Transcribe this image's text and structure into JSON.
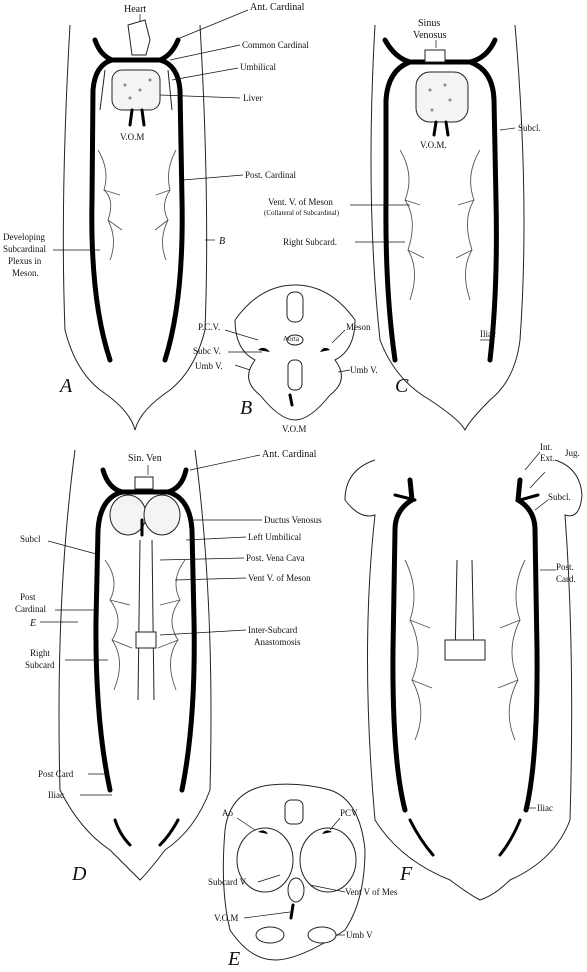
{
  "panels": {
    "A": {
      "letter": "A",
      "labels": {
        "heart": "Heart",
        "ant_cardinal": "Ant. Cardinal",
        "common_cardinal": "Common Cardinal",
        "umbilical": "Umbilical",
        "liver": "Liver",
        "vom": "V.O.M",
        "post_cardinal": "Post. Cardinal",
        "developing_1": "Developing",
        "developing_2": "Subcardinal",
        "developing_3": "Plexus in",
        "developing_4": "Meson.",
        "b_marker": "B"
      }
    },
    "C": {
      "letter": "C",
      "labels": {
        "sinus_1": "Sinus",
        "sinus_2": "Venosus",
        "subcl": "Subcl.",
        "vom": "V.O.M.",
        "vent_v_1": "Vent. V. of Meson",
        "vent_v_2": "(Collateral of Subcardinal)",
        "right_subcard": "Right Subcard.",
        "iliac": "Iliac"
      }
    },
    "B": {
      "letter": "B",
      "labels": {
        "pcv": "P.C.V.",
        "meson": "Meson",
        "aorta": "Aorta",
        "subc_v": "Subc V.",
        "umb_v_left": "Umb V.",
        "umb_v_right": "Umb V.",
        "vom": "V.O.M"
      }
    },
    "D": {
      "letter": "D",
      "labels": {
        "sin_ven": "Sin. Ven",
        "ant_cardinal": "Ant. Cardinal",
        "subcl": "Subcl",
        "ductus": "Ductus Venosus",
        "left_umb": "Left Umbilical",
        "post_vena": "Post. Vena Cava",
        "vent_v": "Vent V. of Meson",
        "post_cardinal_1": "Post",
        "post_cardinal_2": "Cardinal",
        "e_marker": "E",
        "inter_1": "Inter-Subcard",
        "inter_2": "Anastomosis",
        "right_subcard_1": "Right",
        "right_subcard_2": "Subcard",
        "post_card": "Post Card",
        "iliac": "Iliac"
      }
    },
    "F": {
      "letter": "F",
      "labels": {
        "int": "Int.",
        "ext": "Ext.",
        "jug": "Jug.",
        "subcl": "Subcl.",
        "post_card_1": "Post.",
        "post_card_2": "Card.",
        "iliac": "Iliac"
      }
    },
    "E": {
      "letter": "E",
      "labels": {
        "ao": "Ao",
        "pcv": "PCV",
        "subcard_v": "Subcard V",
        "vent_v": "Vent V of Mes",
        "vom": "V.O.M",
        "umb_v": "Umb V"
      }
    }
  }
}
